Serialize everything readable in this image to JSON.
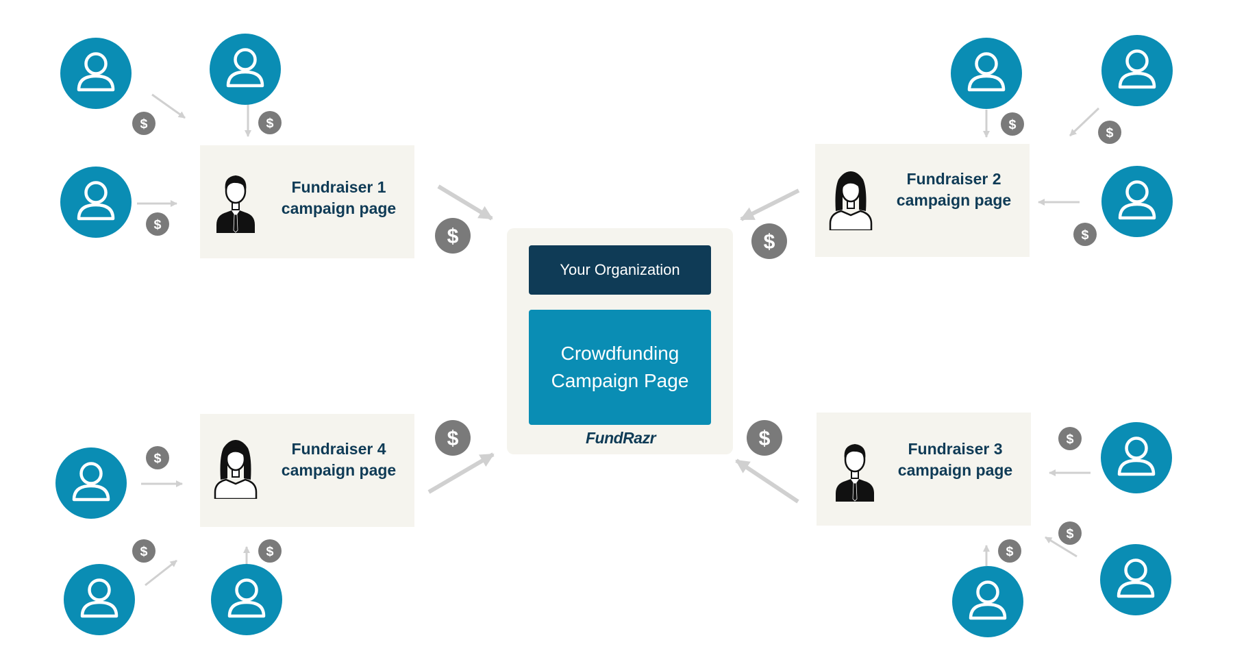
{
  "fundraisers": [
    {
      "name": "Fundraiser 1",
      "page": "campaign page",
      "avatar": "male-fundraiser-icon"
    },
    {
      "name": "Fundraiser 2",
      "page": "campaign page",
      "avatar": "female-fundraiser-icon"
    },
    {
      "name": "Fundraiser 3",
      "page": "campaign page",
      "avatar": "male-fundraiser-icon"
    },
    {
      "name": "Fundraiser 4",
      "page": "campaign page",
      "avatar": "female-fundraiser-icon"
    }
  ],
  "hub": {
    "organization": "Your Organization",
    "campaign": "Crowdfunding Campaign Page",
    "brand": "FundRazr"
  },
  "icons": {
    "donor": "person-icon",
    "donation": "dollar-coin-icon",
    "flow": "arrow-icon",
    "coin_symbol": "$"
  },
  "colors": {
    "donor_circle": "#0a8db4",
    "coin": "#7a7a7a",
    "arrow": "#d0d0d0",
    "card": "#f5f4ee",
    "navy": "#0f3b56",
    "teal": "#0a8db4"
  }
}
